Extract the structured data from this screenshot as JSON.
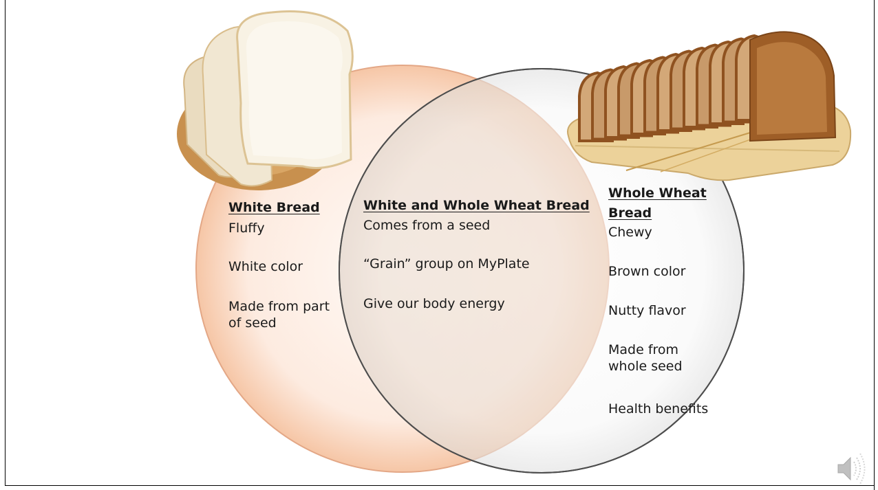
{
  "left_set": {
    "heading": "White Bread",
    "items": [
      "Fluffy",
      "White color",
      "Made from part of seed"
    ]
  },
  "overlap": {
    "heading": "White and Whole Wheat Bread",
    "items": [
      "Comes from a seed",
      "“Grain” group on MyPlate",
      "Give our body energy"
    ]
  },
  "right_set": {
    "heading_line1": "Whole Wheat",
    "heading_line2": "Bread",
    "items": [
      "Chewy",
      "Brown color",
      "Nutty flavor",
      "Made from whole seed",
      "Health benefits"
    ]
  },
  "colors": {
    "left_circle_fill": "#fbe2d4",
    "right_circle_fill": "#f2f2f2",
    "overlap_fill": "#efe0d6",
    "circle_edge": "#5a5a5a",
    "bread_white": "#f6efe0",
    "bread_crust_white": "#d9b98a",
    "bread_wheat": "#b9783c",
    "bread_wheat_crumb": "#c89a6a",
    "plate": "#c8904e",
    "board": "#ecd29a"
  },
  "icons": {
    "white_bread_photo": "white-bread-icon",
    "wheat_bread_photo": "whole-wheat-bread-icon",
    "audio": "speaker-icon"
  }
}
